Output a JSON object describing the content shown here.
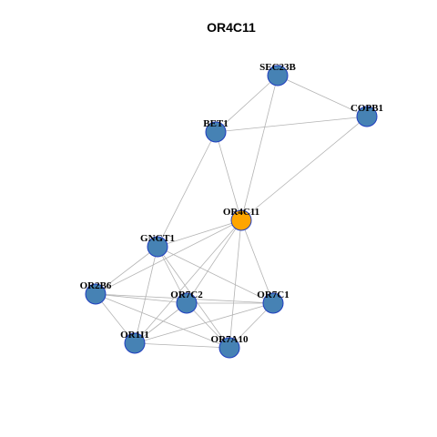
{
  "title": "OR4C11",
  "colors": {
    "default_node": "#4682B4",
    "highlight_node": "#FFA500",
    "node_border": "#1F3DBF",
    "edge": "#B3B3B3"
  },
  "nodes": [
    {
      "id": "SEC23B",
      "label": "SEC23B",
      "highlight": false
    },
    {
      "id": "COPB1",
      "label": "COPB1",
      "highlight": false
    },
    {
      "id": "BET1",
      "label": "BET1",
      "highlight": false
    },
    {
      "id": "OR4C11",
      "label": "OR4C11",
      "highlight": true
    },
    {
      "id": "GNGT1",
      "label": "GNGT1",
      "highlight": false
    },
    {
      "id": "OR2B6",
      "label": "OR2B6",
      "highlight": false
    },
    {
      "id": "OR7C2",
      "label": "OR7C2",
      "highlight": false
    },
    {
      "id": "OR7C1",
      "label": "OR7C1",
      "highlight": false
    },
    {
      "id": "OR1I1",
      "label": "OR1I1",
      "highlight": false
    },
    {
      "id": "OR7A10",
      "label": "OR7A10",
      "highlight": false
    }
  ],
  "edges": [
    [
      "SEC23B",
      "COPB1"
    ],
    [
      "SEC23B",
      "BET1"
    ],
    [
      "SEC23B",
      "OR4C11"
    ],
    [
      "BET1",
      "COPB1"
    ],
    [
      "BET1",
      "OR4C11"
    ],
    [
      "BET1",
      "GNGT1"
    ],
    [
      "COPB1",
      "OR4C11"
    ],
    [
      "OR4C11",
      "GNGT1"
    ],
    [
      "OR4C11",
      "OR2B6"
    ],
    [
      "OR4C11",
      "OR7C2"
    ],
    [
      "OR4C11",
      "OR7C1"
    ],
    [
      "OR4C11",
      "OR1I1"
    ],
    [
      "OR4C11",
      "OR7A10"
    ],
    [
      "GNGT1",
      "OR2B6"
    ],
    [
      "GNGT1",
      "OR7C2"
    ],
    [
      "GNGT1",
      "OR7C1"
    ],
    [
      "GNGT1",
      "OR1I1"
    ],
    [
      "GNGT1",
      "OR7A10"
    ],
    [
      "OR2B6",
      "OR7C2"
    ],
    [
      "OR2B6",
      "OR7C1"
    ],
    [
      "OR2B6",
      "OR1I1"
    ],
    [
      "OR2B6",
      "OR7A10"
    ],
    [
      "OR7C2",
      "OR7C1"
    ],
    [
      "OR7C2",
      "OR1I1"
    ],
    [
      "OR7C2",
      "OR7A10"
    ],
    [
      "OR7C1",
      "OR1I1"
    ],
    [
      "OR7C1",
      "OR7A10"
    ],
    [
      "OR1I1",
      "OR7A10"
    ]
  ]
}
